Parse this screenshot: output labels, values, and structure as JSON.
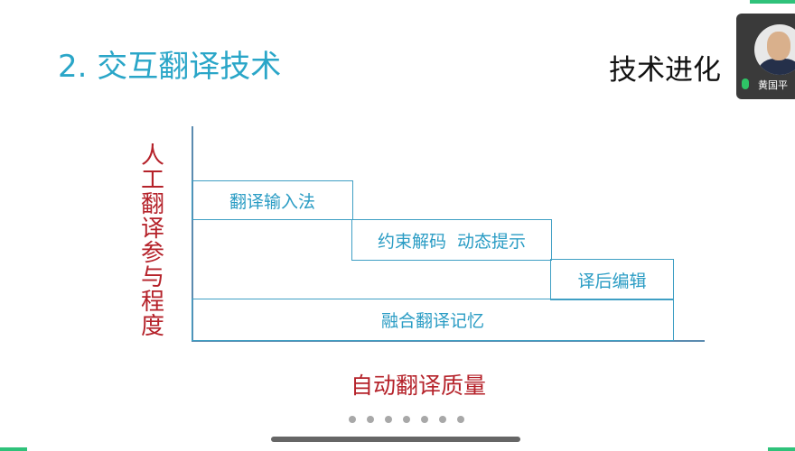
{
  "slide": {
    "title": "2. 交互翻译技术",
    "subtitle": "技术进化",
    "y_axis_label": "人工翻译参与程度",
    "x_axis_label": "自动翻译质量",
    "blocks": [
      "翻译输入法",
      "约束解码  动态提示",
      "译后编辑",
      "融合翻译记忆"
    ]
  },
  "participant": {
    "name": "黄国平"
  },
  "pager": {
    "page_count": 7
  }
}
